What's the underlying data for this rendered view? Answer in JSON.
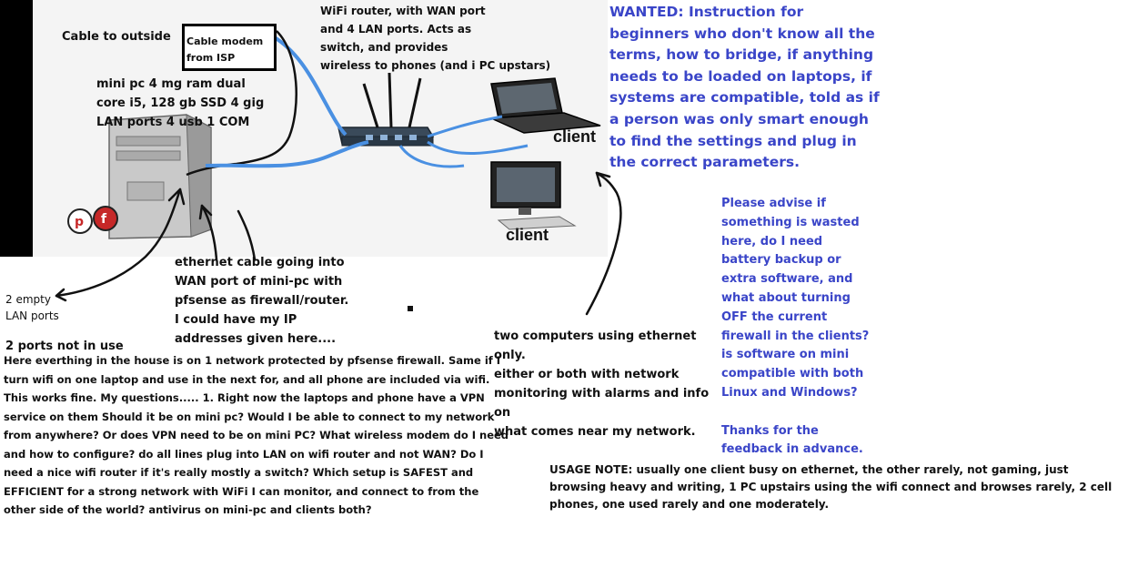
{
  "labels": {
    "cable_outside": "Cable to outside",
    "cable_modem": "Cable modem from ISP",
    "router_desc": [
      "WiFi router, with WAN port",
      "and 4 LAN ports. Acts as",
      "switch, and provides",
      "wireless to phones (and i PC upstars)"
    ],
    "mini_pc_desc": [
      "mini pc 4 mg ram dual",
      "core i5, 128 gb SSD 4 gig",
      "LAN ports 4 usb 1 COM"
    ],
    "client_top": "client",
    "client_bottom": "client",
    "ethernet_desc": [
      "ethernet cable going into",
      "WAN port of mini-pc with",
      "pfsense as firewall/router.",
      "I could have my IP",
      "addresses given here...."
    ],
    "empty_lan": [
      "2 empty",
      "LAN ports"
    ],
    "ports_not_used": "2 ports not in use",
    "two_computers": [
      "two computers using ethernet",
      "only.",
      "either or both with network",
      "monitoring with alarms and info on",
      "what comes near my network."
    ]
  },
  "wanted": {
    "heading": "WANTED:",
    "lines": [
      " Instruction for",
      "beginners who don't know all the",
      "terms, how to bridge, if anything",
      "needs to be loaded on laptops, if",
      "systems are compatible, told as if",
      "a person was only smart enough",
      "to find the settings and plug in",
      "the correct parameters."
    ]
  },
  "advise": {
    "lines": [
      "Please advise if",
      "something is wasted",
      "here, do I need",
      "battery backup or",
      "extra software, and",
      "what about turning",
      "OFF the current",
      "firewall in the clients?",
      "is software on mini",
      "compatible with both",
      "Linux and Windows?",
      "",
      "Thanks for the",
      "feedback in advance."
    ]
  },
  "questions": {
    "text": "Here everthing in the house is on 1 network protected by pfsense firewall. Same if I turn wifi on one laptop and use in the next for, and all phone are included via wifi. This works fine. My questions.....  1. Right now the laptops and phone have a VPN service on them Should it be on mini pc? Would I be able to connect to my network from anywhere? Or does VPN need to be on mini PC? What wireless modem do I need and how to configure? do all lines plug into LAN on wifi router and not WAN? Do I need a nice wifi router if it's really mostly a switch? Which setup is SAFEST and EFFICIENT for a strong network with WiFi I can monitor, and connect to from the other side of the world?   antivirus on mini-pc and clients both?"
  },
  "usage": {
    "text": "USAGE NOTE: usually one client busy on ethernet, the other rarely, not gaming, just browsing heavy and writing, 1 PC upstairs using the wifi connect and browses rarely, 2 cell phones, one used rarely and one moderately."
  },
  "logo": {
    "text": "pf"
  },
  "colors": {
    "cable_blue": "#4a90e2",
    "text_blue": "#3a45c8"
  }
}
